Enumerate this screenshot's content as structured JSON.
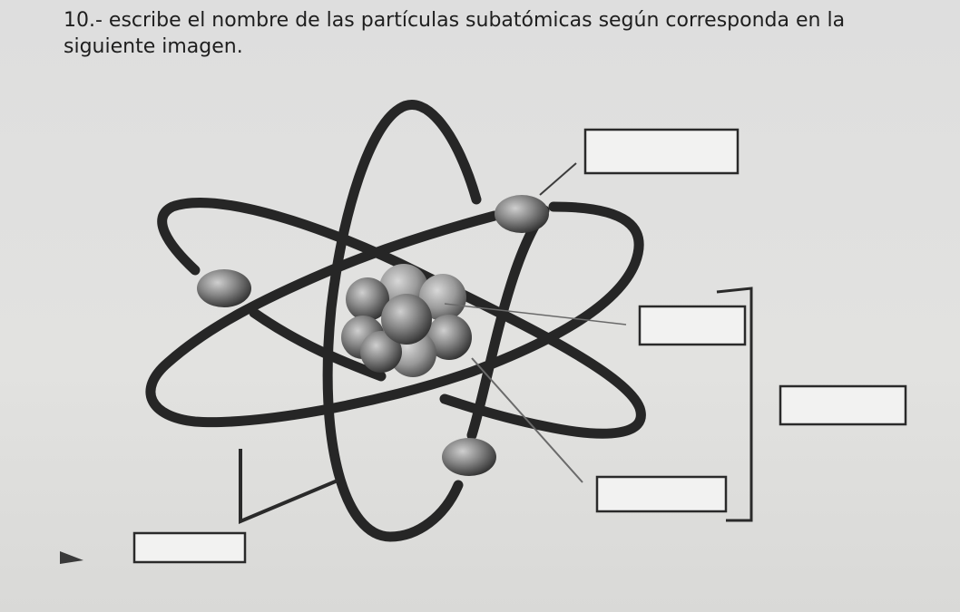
{
  "question": {
    "text": "10.- escribe el nombre de las partículas subatómicas según corresponda en la siguiente imagen."
  },
  "diagram": {
    "subject": "atom-model",
    "answer_boxes": [
      {
        "id": "top-electron",
        "value": ""
      },
      {
        "id": "nucleus-proton",
        "value": ""
      },
      {
        "id": "nucleus-group",
        "value": ""
      },
      {
        "id": "nucleus-neutron",
        "value": ""
      },
      {
        "id": "left-electron",
        "value": ""
      }
    ]
  }
}
